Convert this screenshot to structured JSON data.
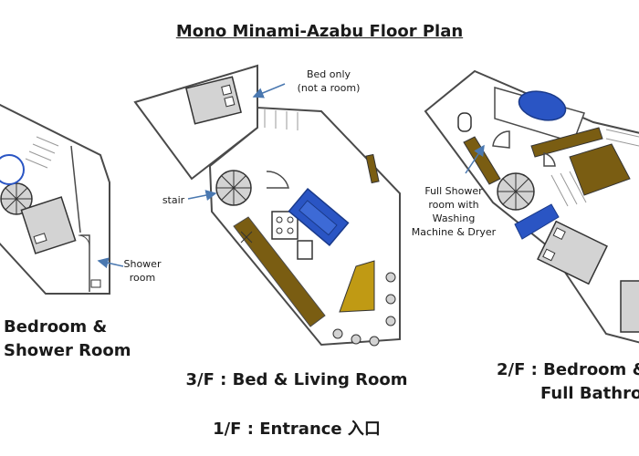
{
  "title": "Mono Minami-Azabu Floor Plan",
  "floors": [
    {
      "caption": [
        "Bedroom &",
        "Shower Room"
      ]
    },
    {
      "caption": [
        "3/F : Bed & Living Room"
      ]
    },
    {
      "caption": [
        "2/F : Bedroom &",
        "Full Bathroom"
      ]
    },
    {
      "caption": [
        "1/F : Entrance 入口"
      ]
    }
  ],
  "labels": {
    "bed_only": "Bed only",
    "bed_only_sub": "(not a room)",
    "stair": "stair",
    "shower_room": "Shower",
    "shower_room_sub": "room",
    "full_shower": [
      "Full Shower",
      "room with",
      "Washing",
      "Machine & Dryer"
    ]
  },
  "colors": {
    "wall": "#4a4a4a",
    "wood": "#7a5d12",
    "gold": "#c09a14",
    "blue": "#2a55c4",
    "grey": "#d3d3d3",
    "arrow": "#4a78b0"
  }
}
